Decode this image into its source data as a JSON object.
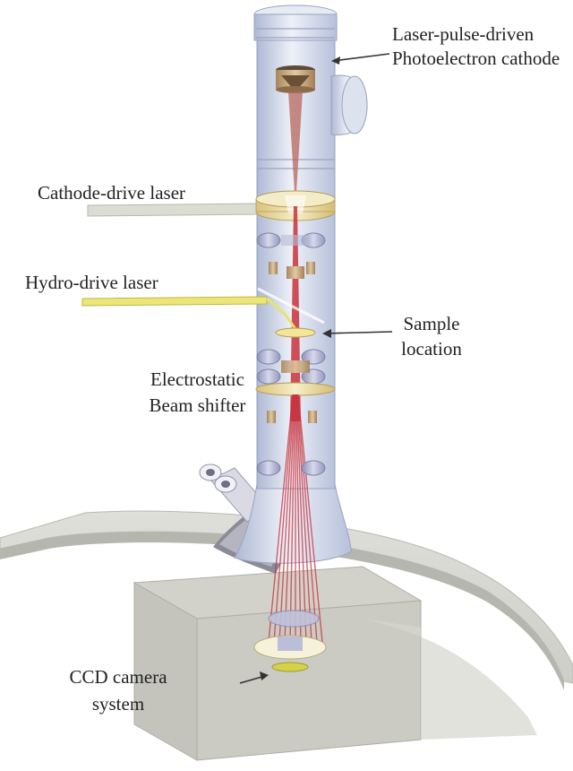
{
  "labels": {
    "cathode_line1": "Laser-pulse-driven",
    "cathode_line2": "Photoelectron cathode",
    "cathode_drive_laser": "Cathode-drive laser",
    "hydro_drive_laser": "Hydro-drive laser",
    "sample_line1": "Sample",
    "sample_line2": "location",
    "beam_line1": "Electrostatic",
    "beam_line2": "Beam shifter",
    "ccd_line1": "CCD camera",
    "ccd_line2": "system"
  },
  "colors": {
    "column_body": "#c9d2e6",
    "column_highlight": "#eef1f8",
    "lens_ring": "#a3a6c8",
    "electron_beam": "#c8323c",
    "hydro_laser": "#e8e36a",
    "cathode_laser": "#dfe0d6",
    "gold_ring": "#e9dda4",
    "table": "#d7d7d1",
    "housing": "#c9c9c3",
    "aperture_block": "#c8a77d"
  }
}
